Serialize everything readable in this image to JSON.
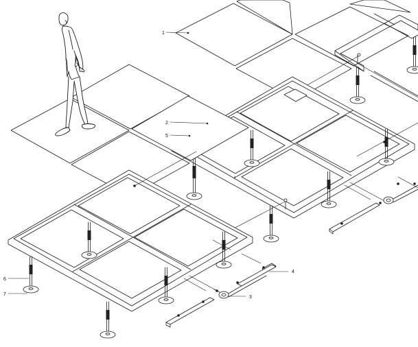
{
  "callouts": [
    {
      "id": "tile",
      "label": "1"
    },
    {
      "id": "stringer-top",
      "label": "2"
    },
    {
      "id": "pedestal-head",
      "label": "3"
    },
    {
      "id": "stringer",
      "label": "4"
    },
    {
      "id": "stringer-inner",
      "label": "5"
    },
    {
      "id": "pedestal-post",
      "label": "6"
    },
    {
      "id": "pedestal-base",
      "label": "7"
    }
  ],
  "colors": {
    "ink": "#1a1a1a",
    "paper": "#ffffff",
    "panel": "#fafafa"
  },
  "icons": [
    "person-figure",
    "pedestal",
    "stringer-bar",
    "floor-tile",
    "frame-grid"
  ]
}
